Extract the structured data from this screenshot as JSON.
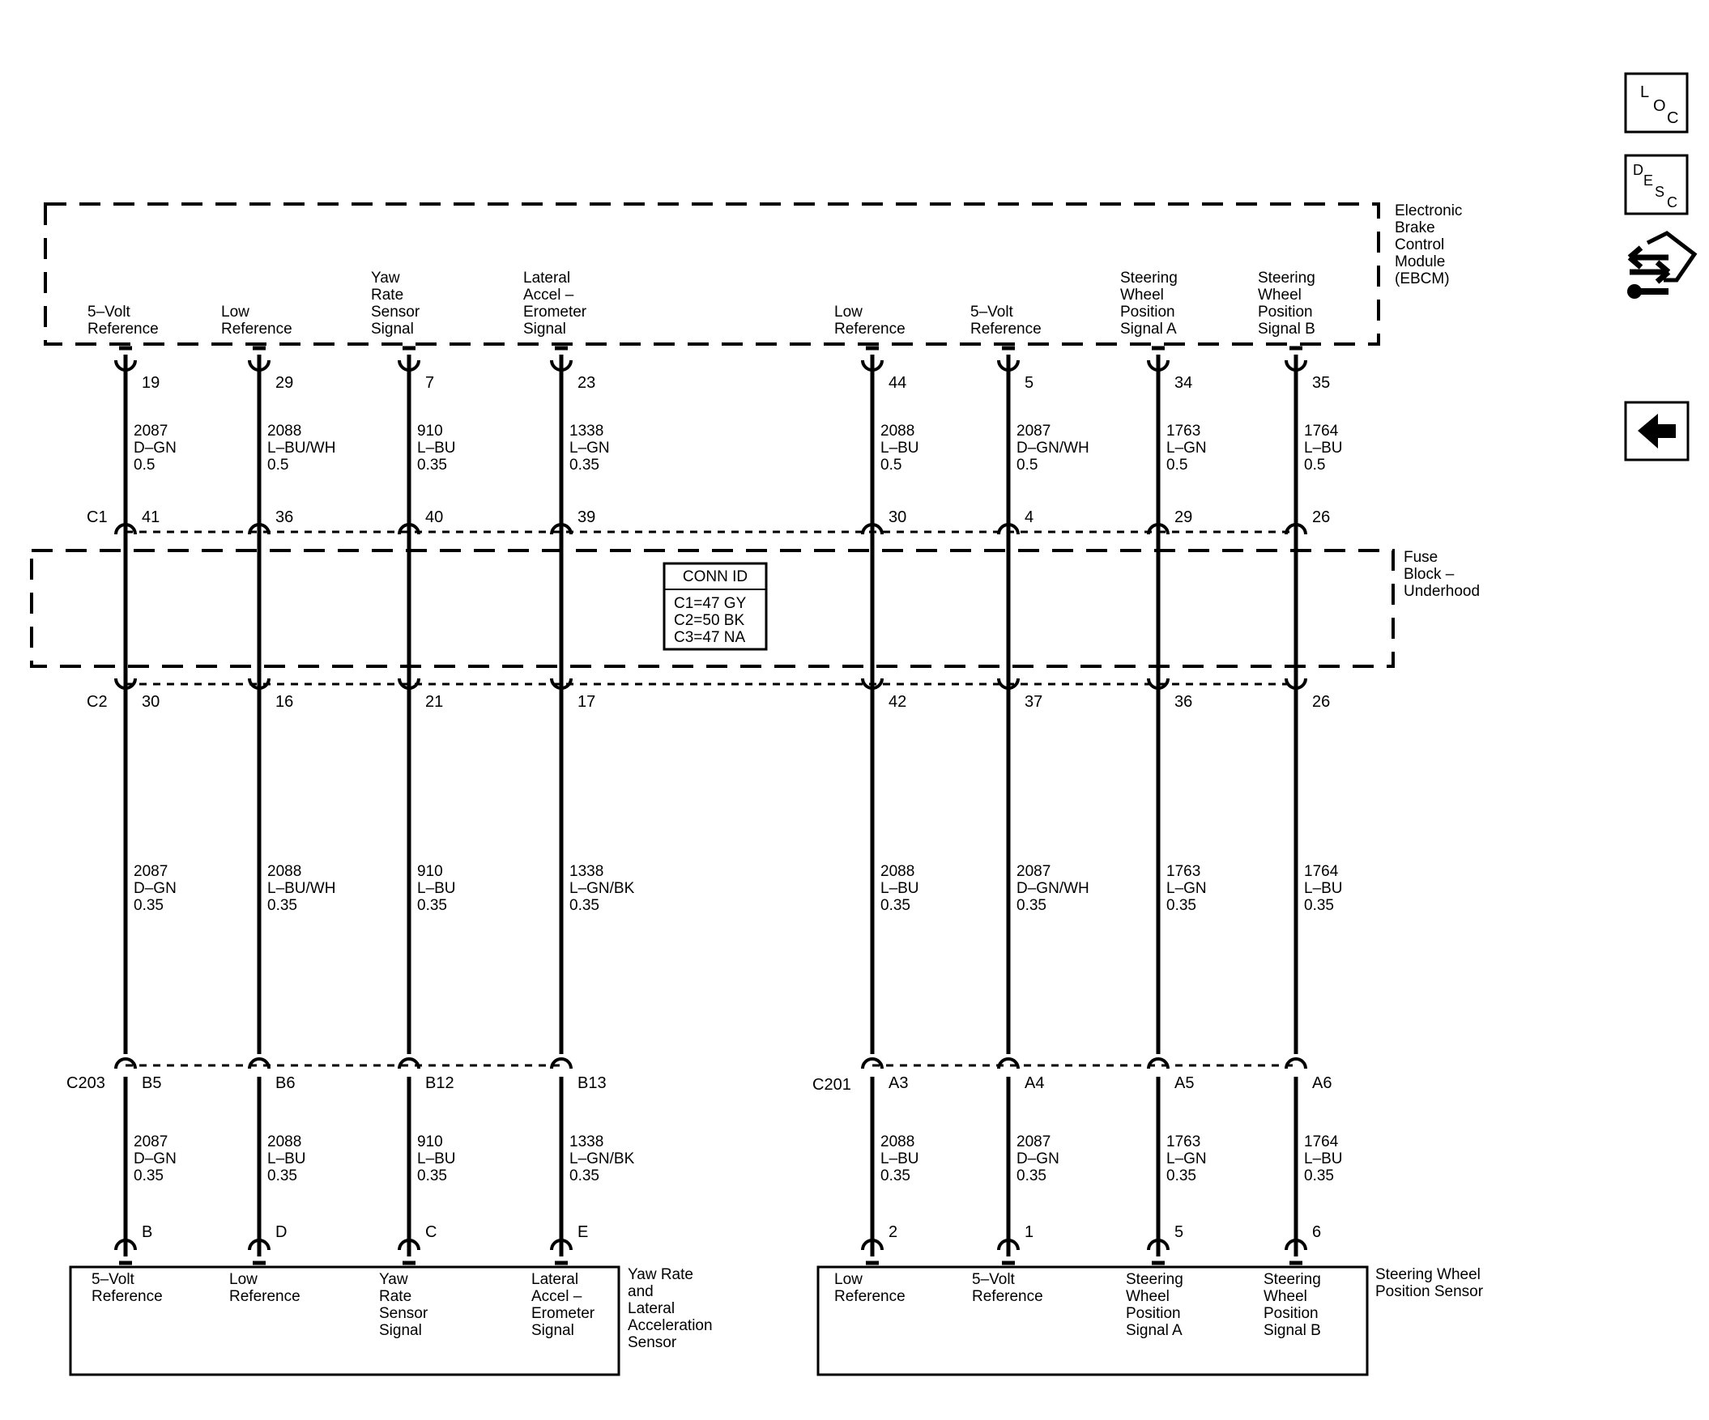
{
  "modules": {
    "ebcm": [
      "Electronic",
      "Brake",
      "Control",
      "Module",
      "(EBCM)"
    ],
    "fuse_block": [
      "Fuse",
      "Block –",
      "Underhood"
    ],
    "yaw_sensor": [
      "Yaw Rate",
      "and",
      "Lateral",
      "Acceleration",
      "Sensor"
    ],
    "steering_sensor": [
      "Steering Wheel",
      "Position Sensor"
    ]
  },
  "conn_id": {
    "title": "CONN ID",
    "lines": [
      "C1=47 GY",
      "C2=50 BK",
      "C3=47 NA"
    ]
  },
  "connectors": {
    "c1": "C1",
    "c2": "C2",
    "c203": "C203",
    "c201": "C201"
  },
  "nav": {
    "loc": {
      "a": "L",
      "b": "O",
      "c": "C"
    },
    "desc": {
      "a": "D",
      "b": "E",
      "c": "S",
      "d": "C"
    }
  },
  "circuits": [
    {
      "ebcm_label": [
        "5–Volt",
        "Reference"
      ],
      "ebcm_pin": "19",
      "w1": [
        "2087",
        "D–GN",
        "0.5"
      ],
      "c1_pin": "41",
      "c2_pin": "30",
      "w2": [
        "2087",
        "D–GN",
        "0.35"
      ],
      "c3_pin": "B5",
      "w3": [
        "2087",
        "D–GN",
        "0.35"
      ],
      "sensor_pin": "B",
      "sensor_label": [
        "5–Volt",
        "Reference"
      ]
    },
    {
      "ebcm_label": [
        "Low",
        "Reference"
      ],
      "ebcm_pin": "29",
      "w1": [
        "2088",
        "L–BU/WH",
        "0.5"
      ],
      "c1_pin": "36",
      "c2_pin": "16",
      "w2": [
        "2088",
        "L–BU/WH",
        "0.35"
      ],
      "c3_pin": "B6",
      "w3": [
        "2088",
        "L–BU",
        "0.35"
      ],
      "sensor_pin": "D",
      "sensor_label": [
        "Low",
        "Reference"
      ]
    },
    {
      "ebcm_label": [
        "Yaw",
        "Rate",
        "Sensor",
        "Signal"
      ],
      "ebcm_pin": "7",
      "w1": [
        "910",
        "L–BU",
        "0.35"
      ],
      "c1_pin": "40",
      "c2_pin": "21",
      "w2": [
        "910",
        "L–BU",
        "0.35"
      ],
      "c3_pin": "B12",
      "w3": [
        "910",
        "L–BU",
        "0.35"
      ],
      "sensor_pin": "C",
      "sensor_label": [
        "Yaw",
        "Rate",
        "Sensor",
        "Signal"
      ]
    },
    {
      "ebcm_label": [
        "Lateral",
        "Accel –",
        "Erometer",
        "Signal"
      ],
      "ebcm_pin": "23",
      "w1": [
        "1338",
        "L–GN",
        "0.35"
      ],
      "c1_pin": "39",
      "c2_pin": "17",
      "w2": [
        "1338",
        "L–GN/BK",
        "0.35"
      ],
      "c3_pin": "B13",
      "w3": [
        "1338",
        "L–GN/BK",
        "0.35"
      ],
      "sensor_pin": "E",
      "sensor_label": [
        "Lateral",
        "Accel –",
        "Erometer",
        "Signal"
      ]
    },
    {
      "ebcm_label": [
        "Low",
        "Reference"
      ],
      "ebcm_pin": "44",
      "w1": [
        "2088",
        "L–BU",
        "0.5"
      ],
      "c1_pin": "30",
      "c2_pin": "42",
      "w2": [
        "2088",
        "L–BU",
        "0.35"
      ],
      "c3_pin": "A3",
      "w3": [
        "2088",
        "L–BU",
        "0.35"
      ],
      "sensor_pin": "2",
      "sensor_label": [
        "Low",
        "Reference"
      ]
    },
    {
      "ebcm_label": [
        "5–Volt",
        "Reference"
      ],
      "ebcm_pin": "5",
      "w1": [
        "2087",
        "D–GN/WH",
        "0.5"
      ],
      "c1_pin": "4",
      "c2_pin": "37",
      "w2": [
        "2087",
        "D–GN/WH",
        "0.35"
      ],
      "c3_pin": "A4",
      "w3": [
        "2087",
        "D–GN",
        "0.35"
      ],
      "sensor_pin": "1",
      "sensor_label": [
        "5–Volt",
        "Reference"
      ]
    },
    {
      "ebcm_label": [
        "Steering",
        "Wheel",
        "Position",
        "Signal A"
      ],
      "ebcm_pin": "34",
      "w1": [
        "1763",
        "L–GN",
        "0.5"
      ],
      "c1_pin": "29",
      "c2_pin": "36",
      "w2": [
        "1763",
        "L–GN",
        "0.35"
      ],
      "c3_pin": "A5",
      "w3": [
        "1763",
        "L–GN",
        "0.35"
      ],
      "sensor_pin": "5",
      "sensor_label": [
        "Steering",
        "Wheel",
        "Position",
        "Signal A"
      ]
    },
    {
      "ebcm_label": [
        "Steering",
        "Wheel",
        "Position",
        "Signal B"
      ],
      "ebcm_pin": "35",
      "w1": [
        "1764",
        "L–BU",
        "0.5"
      ],
      "c1_pin": "26",
      "c2_pin": "26",
      "w2": [
        "1764",
        "L–BU",
        "0.35"
      ],
      "c3_pin": "A6",
      "w3": [
        "1764",
        "L–BU",
        "0.35"
      ],
      "sensor_pin": "6",
      "sensor_label": [
        "Steering",
        "Wheel",
        "Position",
        "Signal B"
      ]
    }
  ]
}
